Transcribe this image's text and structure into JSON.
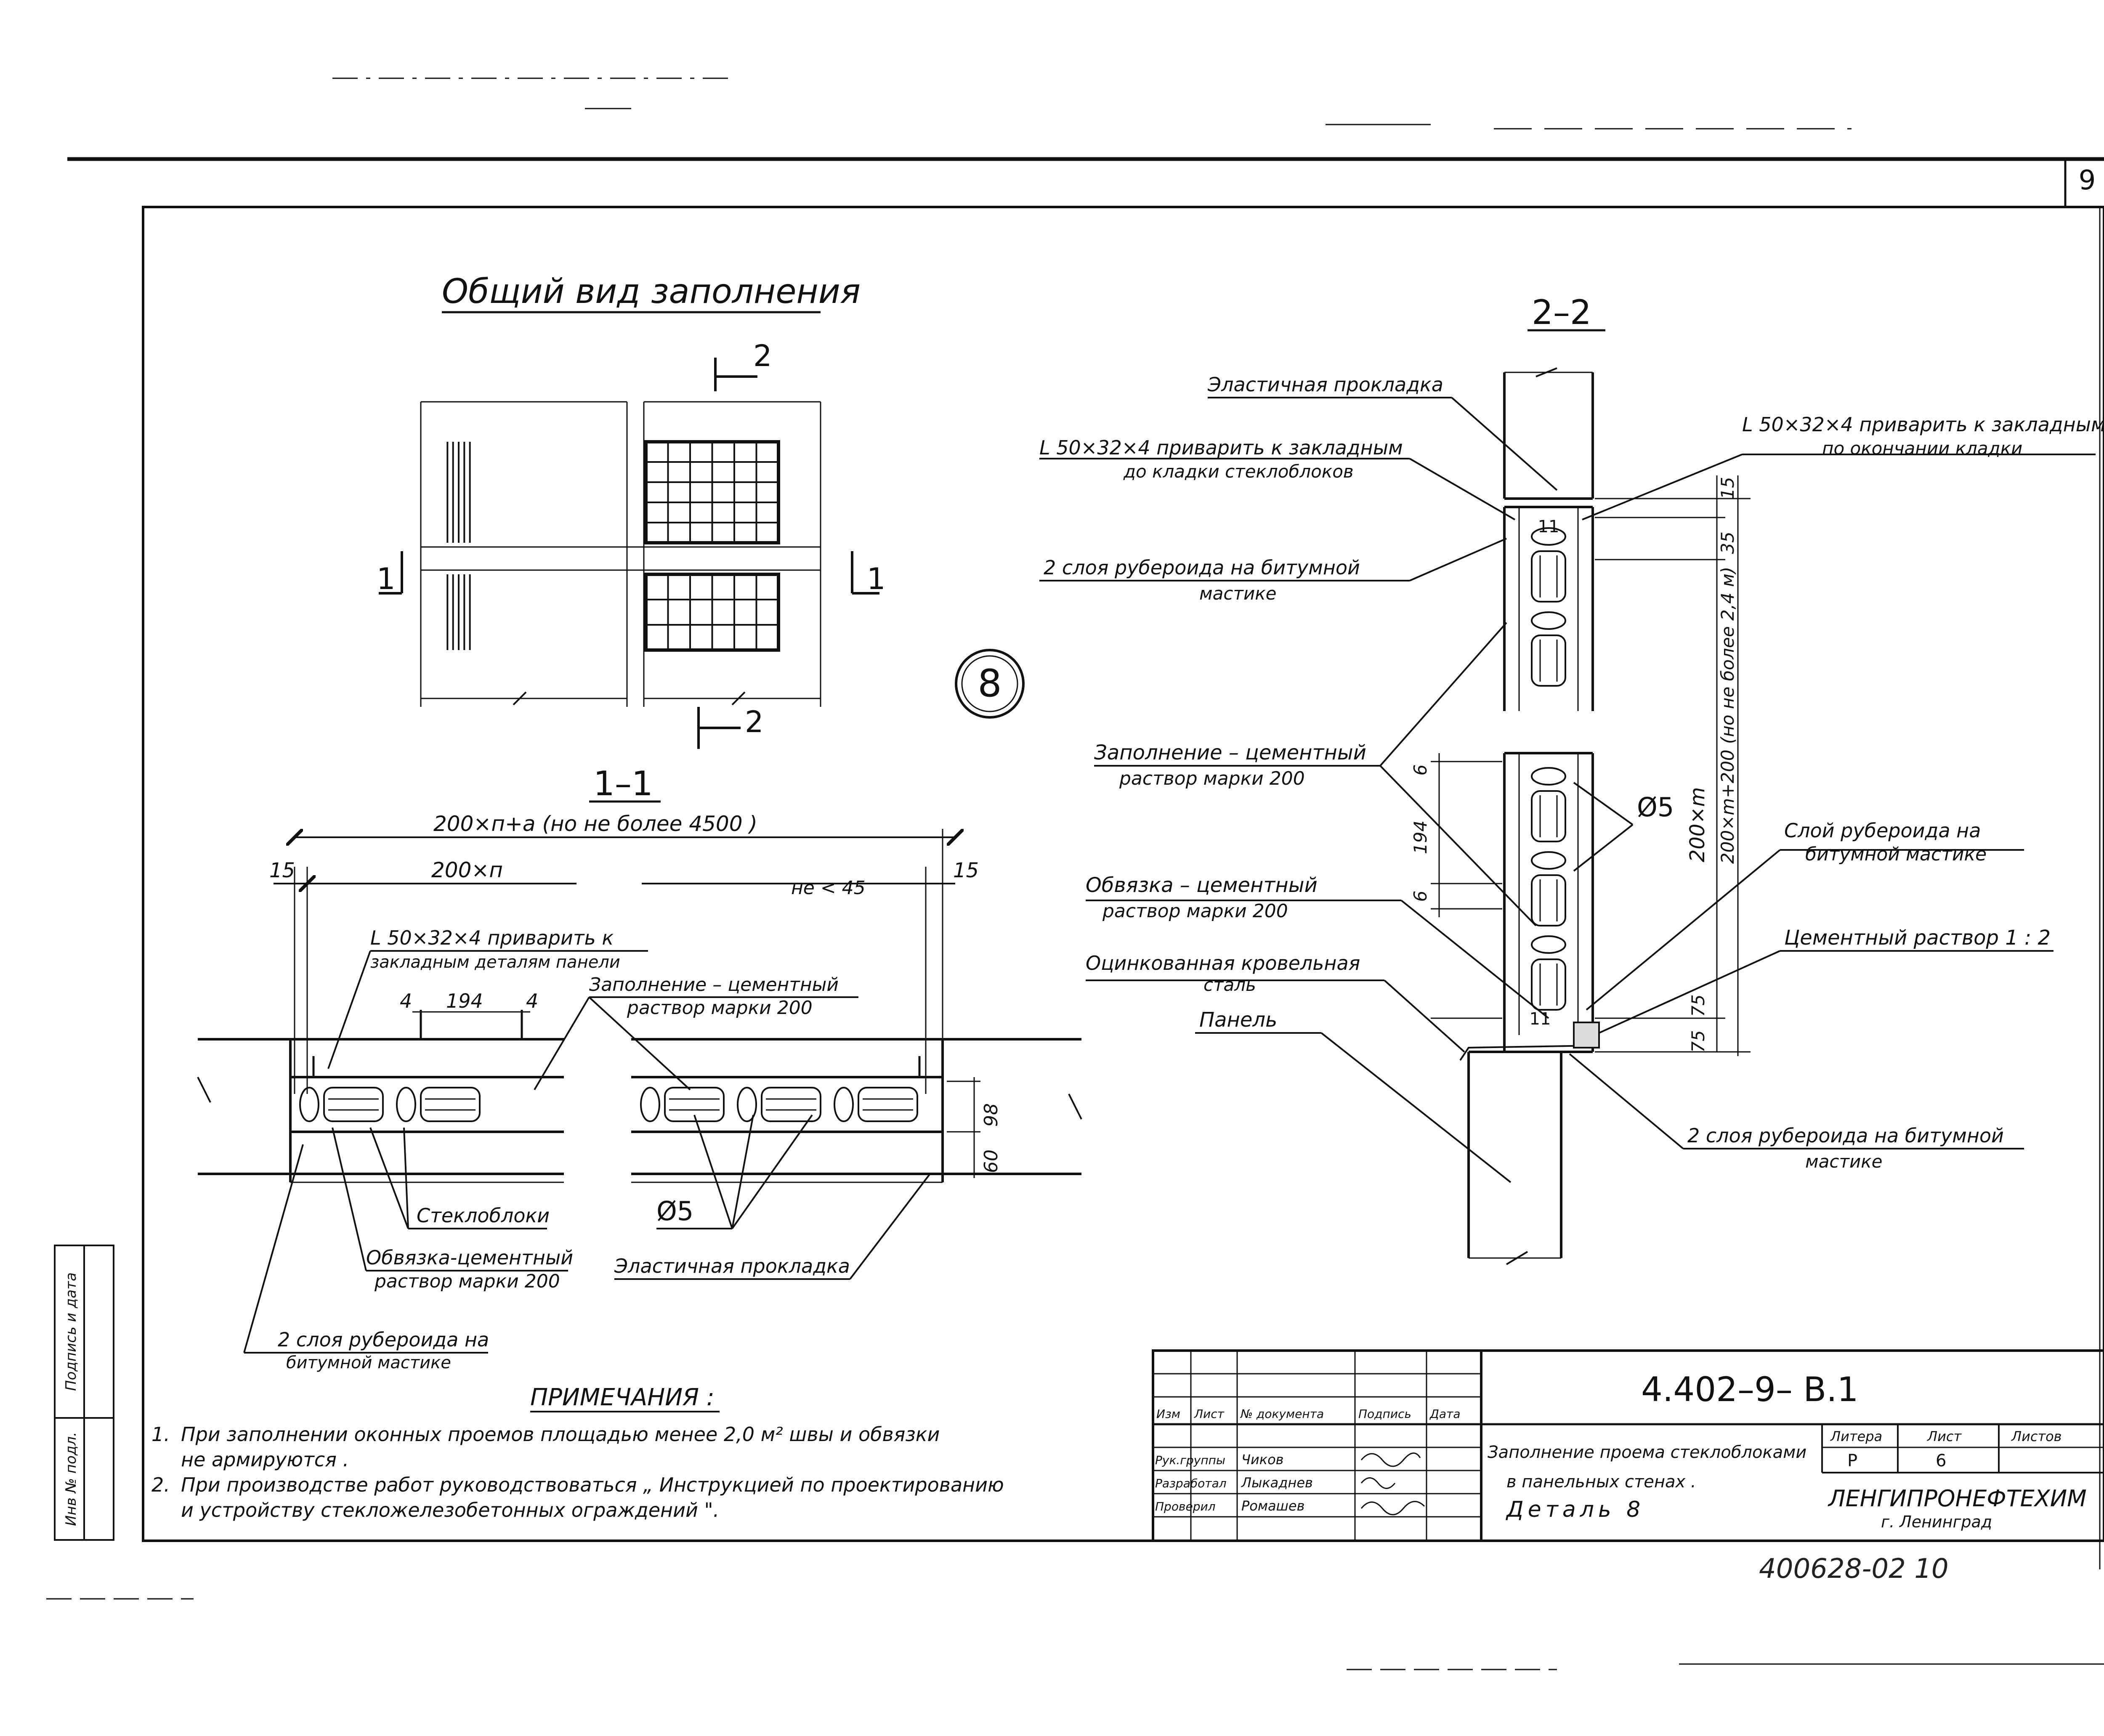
{
  "sheet_number": "9",
  "titles": {
    "general_view": "Общий вид заполнения",
    "section_1_1": "1–1",
    "section_2_2": "2–2",
    "cut_label_1": "1",
    "cut_label_2": "2",
    "detail_number": "8"
  },
  "section_1_1": {
    "dim_total": "200×п+а (но не более 4500 )",
    "dim_200n": "200×п",
    "dim_15": "15",
    "dim_4": "4",
    "dim_194": "194",
    "dim_ne45": "не < 45",
    "dim_98": "98",
    "dim_60": "60",
    "lbl_angle": "L 50×32×4 приварить к",
    "lbl_angle_2": "закладным деталям панели",
    "lbl_fill": "Заполнение – цементный",
    "lbl_fill_2": "раствор марки 200",
    "lbl_blocks": "Стеклоблоки",
    "lbl_binding": "Обвязка-цементный",
    "lbl_binding_2": "раствор марки 200",
    "lbl_rebar": "Ø5",
    "lbl_gasket": "Эластичная прокладка",
    "lbl_ruberoid": "2 слоя рубероида на",
    "lbl_ruberoid_2": "битумной мастике"
  },
  "section_2_2": {
    "lbl_gasket": "Эластичная прокладка",
    "lbl_angle_before": "L 50×32×4 приварить к закладным",
    "lbl_angle_before_2": "до кладки стеклоблоков",
    "lbl_angle_after": "L 50×32×4 приварить к закладным",
    "lbl_angle_after_2": "по окончании кладки",
    "lbl_ruberoid_top": "2 слоя рубероида на битумной",
    "lbl_ruberoid_top_2": "мастике",
    "lbl_fill": "Заполнение – цементный",
    "lbl_fill_2": "раствор марки 200",
    "lbl_binding": "Обвязка – цементный",
    "lbl_binding_2": "раствор марки 200",
    "lbl_steel": "Оцинкованная кровельная",
    "lbl_steel_2": "сталь",
    "lbl_panel": "Панель",
    "lbl_rebar": "Ø5",
    "lbl_ruberoid_layer": "Слой рубероида на",
    "lbl_ruberoid_layer_2": "битумной мастике",
    "lbl_mortar": "Цементный раствор 1 : 2",
    "lbl_ruberoid_bottom": "2 слоя рубероида на битумной",
    "lbl_ruberoid_bottom_2": "мастике",
    "dim_15": "15",
    "dim_35": "35",
    "dim_6": "6",
    "dim_194": "194",
    "dim_75": "75",
    "dim_200m": "200×m",
    "dim_200m200": "200×m+200 (но не более 2,4 м)",
    "block_mark": "11"
  },
  "notes": {
    "heading": "ПРИМЕЧАНИЯ :",
    "n1_num": "1.",
    "n1_line1": "При заполнении оконных проемов площадью менее 2,0 м² швы и обвязки",
    "n1_line2": "не армируются .",
    "n2_num": "2.",
    "n2_line1": "При производстве работ руководствоваться „ Инструкцией по проектированию",
    "n2_line2": "и устройству стекложелезобетонных ограждений \"."
  },
  "title_block": {
    "code": "4.402–9– В.1",
    "col_izm": "Изм",
    "col_list": "Лист",
    "col_doc": "№ документа",
    "col_sign": "Подпись",
    "col_date": "Дата",
    "role_head": "Рук.группы",
    "name_head": "Чиков",
    "role_dev": "Разработал",
    "name_dev": "Лыкаднев",
    "role_check": "Проверил",
    "name_check": "Ромашев",
    "desc_line1": "Заполнение проема стеклоблоками",
    "desc_line2": "в панельных стенах .",
    "desc_line3": "Деталь 8",
    "hdr_stage": "Литера",
    "hdr_sheet": "Лист",
    "hdr_sheets": "Листов",
    "val_stage": "Р",
    "val_sheet": "6",
    "org_name": "ЛЕНГИПРОНЕФТЕХИМ",
    "org_city": "г. Ленинград"
  },
  "side_stamp": {
    "inv": "Инв № подл.",
    "sign_date": "Подпись и дата"
  },
  "archive_number": "400628-02  10"
}
